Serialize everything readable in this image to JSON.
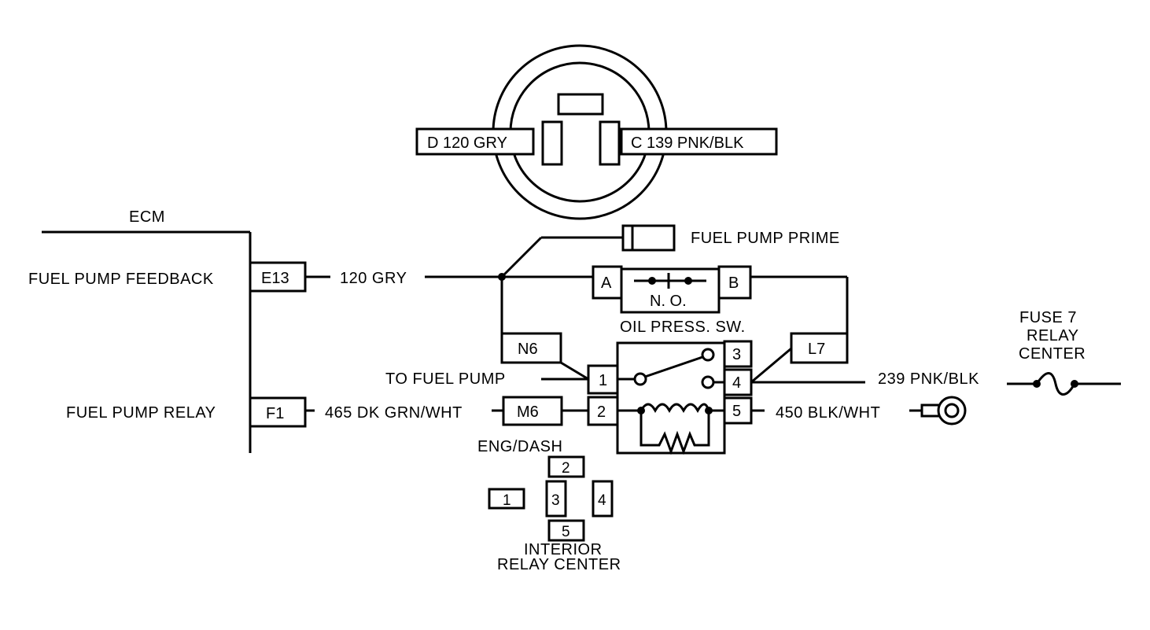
{
  "connector_top": {
    "left_label": "D 120 GRY",
    "right_label": "C 139 PNK/BLK"
  },
  "ecm": {
    "title": "ECM",
    "fuel_pump_feedback": "FUEL PUMP FEEDBACK",
    "fuel_pump_relay": "FUEL PUMP RELAY",
    "pin_e13": "E13",
    "pin_f1": "F1"
  },
  "wires": {
    "gry_120": "120 GRY",
    "dk_grn_wht_465": "465 DK GRN/WHT",
    "pnk_blk_239": "239 PNK/BLK",
    "blk_wht_450": "450 BLK/WHT",
    "to_fuel_pump": "TO FUEL PUMP"
  },
  "fuel_pump_prime": "FUEL PUMP PRIME",
  "oil_press_switch": {
    "pin_a": "A",
    "pin_b": "B",
    "contact": "N. O.",
    "label": "OIL PRESS. SW."
  },
  "connectors": {
    "n6": "N6",
    "l7": "L7",
    "m6": "M6"
  },
  "relay": {
    "pin_1": "1",
    "pin_2": "2",
    "pin_3": "3",
    "pin_4": "4",
    "pin_5": "5"
  },
  "fuse": {
    "line1": "FUSE  7",
    "line2": "RELAY",
    "line3": "CENTER"
  },
  "eng_dash": "ENG/DASH",
  "interior_relay": {
    "pin_1": "1",
    "pin_2": "2",
    "pin_3": "3",
    "pin_4": "4",
    "pin_5": "5",
    "line1": "INTERIOR",
    "line2": "RELAY CENTER"
  }
}
